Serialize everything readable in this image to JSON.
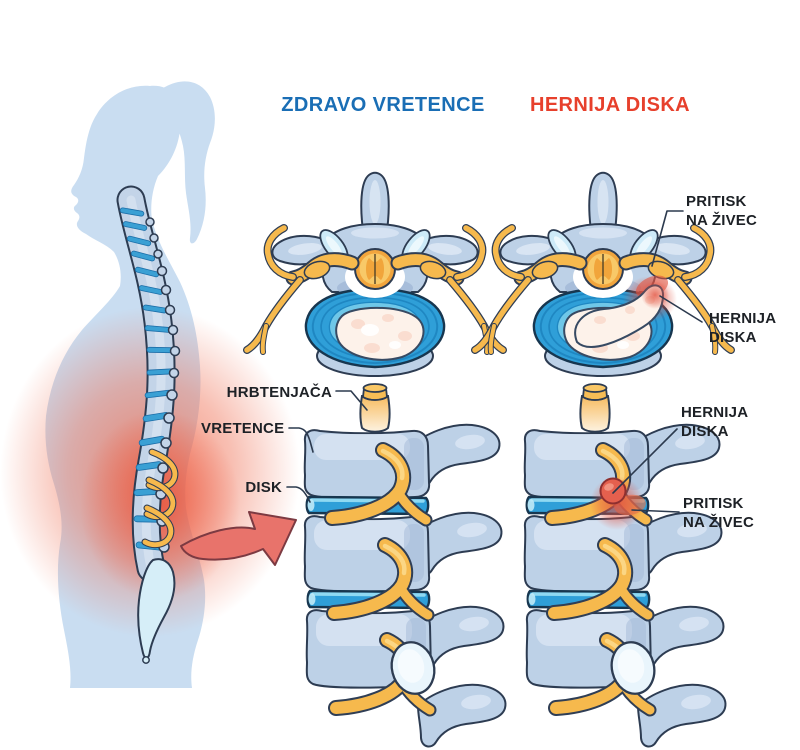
{
  "panels": {
    "healthy_title": "ZDRAVO VRETENCE",
    "hernia_title": "HERNIJA DISKA"
  },
  "annotations": {
    "pressure_on_nerve_top": "PRITISK\nNA ŽIVEC",
    "disc_hernia_top": "HERNIJA\nDISKA",
    "spinal_cord": "HRBTENJAČA",
    "vertebra": "VRETENCE",
    "disc": "DISK",
    "disc_hernia_side": "HERNIJA\nDISKA",
    "pressure_on_nerve_side": "PRITISK\nNA ŽIVEC"
  },
  "colors": {
    "healthy_title": "#1a6eb5",
    "hernia_title": "#e7402c",
    "annotation_text": "#1d2126",
    "silhouette": "#c9ddf1",
    "pain_glow": "#ee6a4f",
    "bone": "#bdd1e7",
    "bone_outline": "#2d3c52",
    "disc_blue": "#2f9fd8",
    "disc_ring": "#1f87c2",
    "nerve_yellow": "#f6b94d",
    "cord_orange": "#f1a53d",
    "inflamed_red": "#e2503e",
    "facet_blue": "#cdeaf8",
    "arrow_red": "#e8736b",
    "nucleus_pale": "#fdf2ea"
  }
}
